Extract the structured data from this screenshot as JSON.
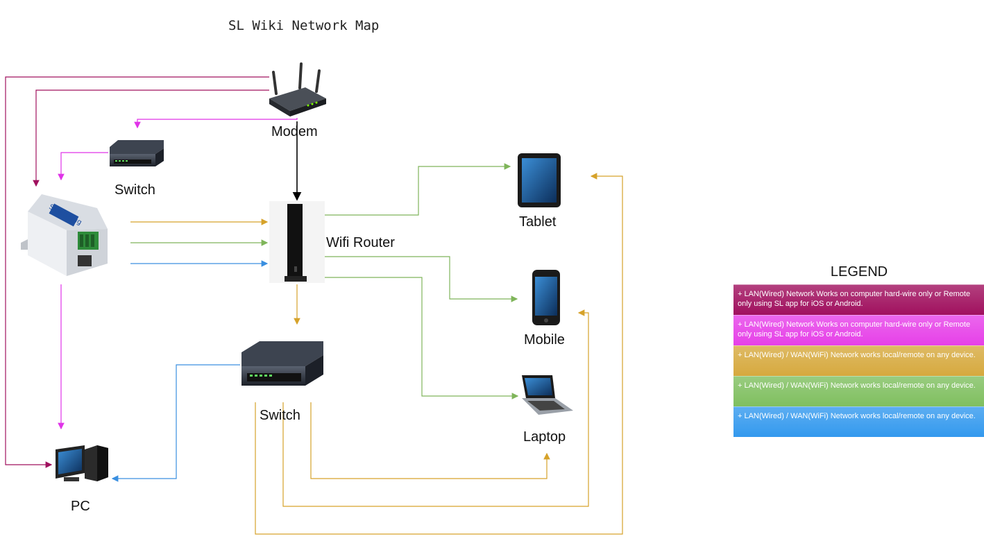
{
  "title": "SL Wiki Network Map",
  "nodes": {
    "modem": "Modem",
    "wifi_router": "Wifi Router",
    "switch_top": "Switch",
    "switch_main": "Switch",
    "tablet": "Tablet",
    "mobile": "Mobile",
    "laptop": "Laptop",
    "pc": "PC"
  },
  "legend": {
    "title": "LEGEND",
    "items": [
      {
        "text": "+ LAN(Wired) Network Works on computer hard-wire only or Remote only using SL app for iOS or Android.",
        "color": "#a0105e"
      },
      {
        "text": "+ LAN(Wired) Network Works on computer hard-wire only or Remote only using SL app for iOS or Android.",
        "color": "#e640e8"
      },
      {
        "text": "+ LAN(Wired) /  WAN(WiFi) Network works local/remote on any device.",
        "color": "#d6a93e"
      },
      {
        "text": "+ LAN(Wired) /  WAN(WiFi) Network works local/remote on any device.",
        "color": "#7fbf5f"
      },
      {
        "text": "+ LAN(Wired) /  WAN(WiFi) Network works local/remote on any device.",
        "color": "#3399ee"
      }
    ]
  },
  "colors": {
    "maroon": "#a0105e",
    "magenta": "#e033e8",
    "gold": "#d6a22a",
    "green": "#7fb55a",
    "blue": "#3a8fe0",
    "black": "#000000"
  }
}
